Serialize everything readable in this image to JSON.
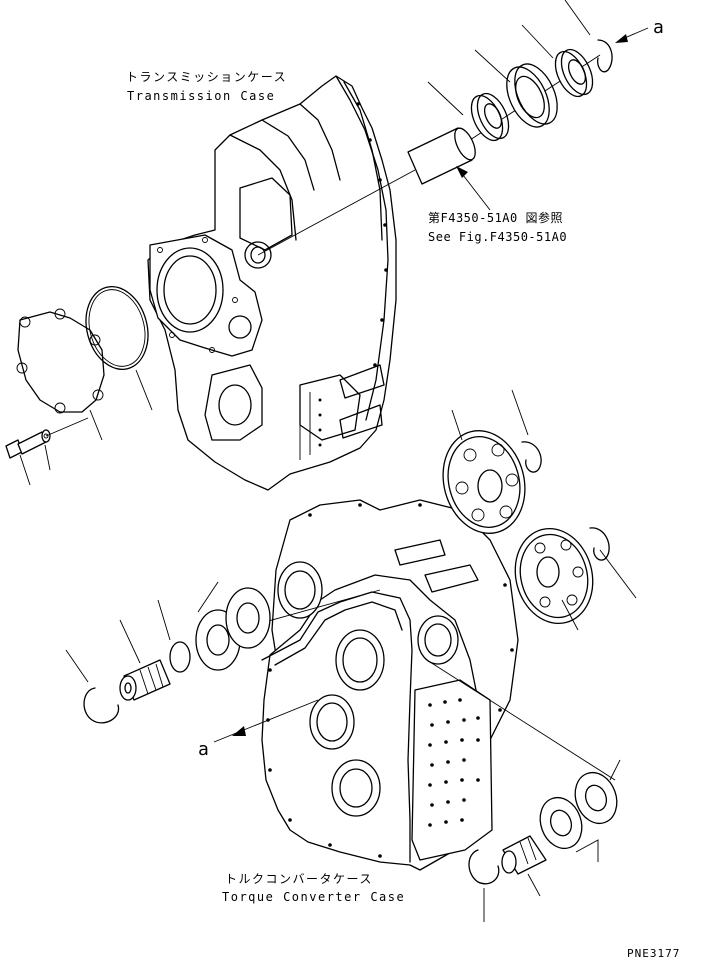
{
  "labels": {
    "transmission_case_jp": "トランスミッションケース",
    "transmission_case_en": "Transmission Case",
    "see_fig_jp": "第F4350-51A0 図参照",
    "see_fig_en": "See Fig.F4350-51A0",
    "torque_converter_case_jp": "トルクコンバータケース",
    "torque_converter_case_en": "Torque Converter Case",
    "ref_a_top": "a",
    "ref_a_left": "a",
    "drawing_no": "PNE3177"
  }
}
